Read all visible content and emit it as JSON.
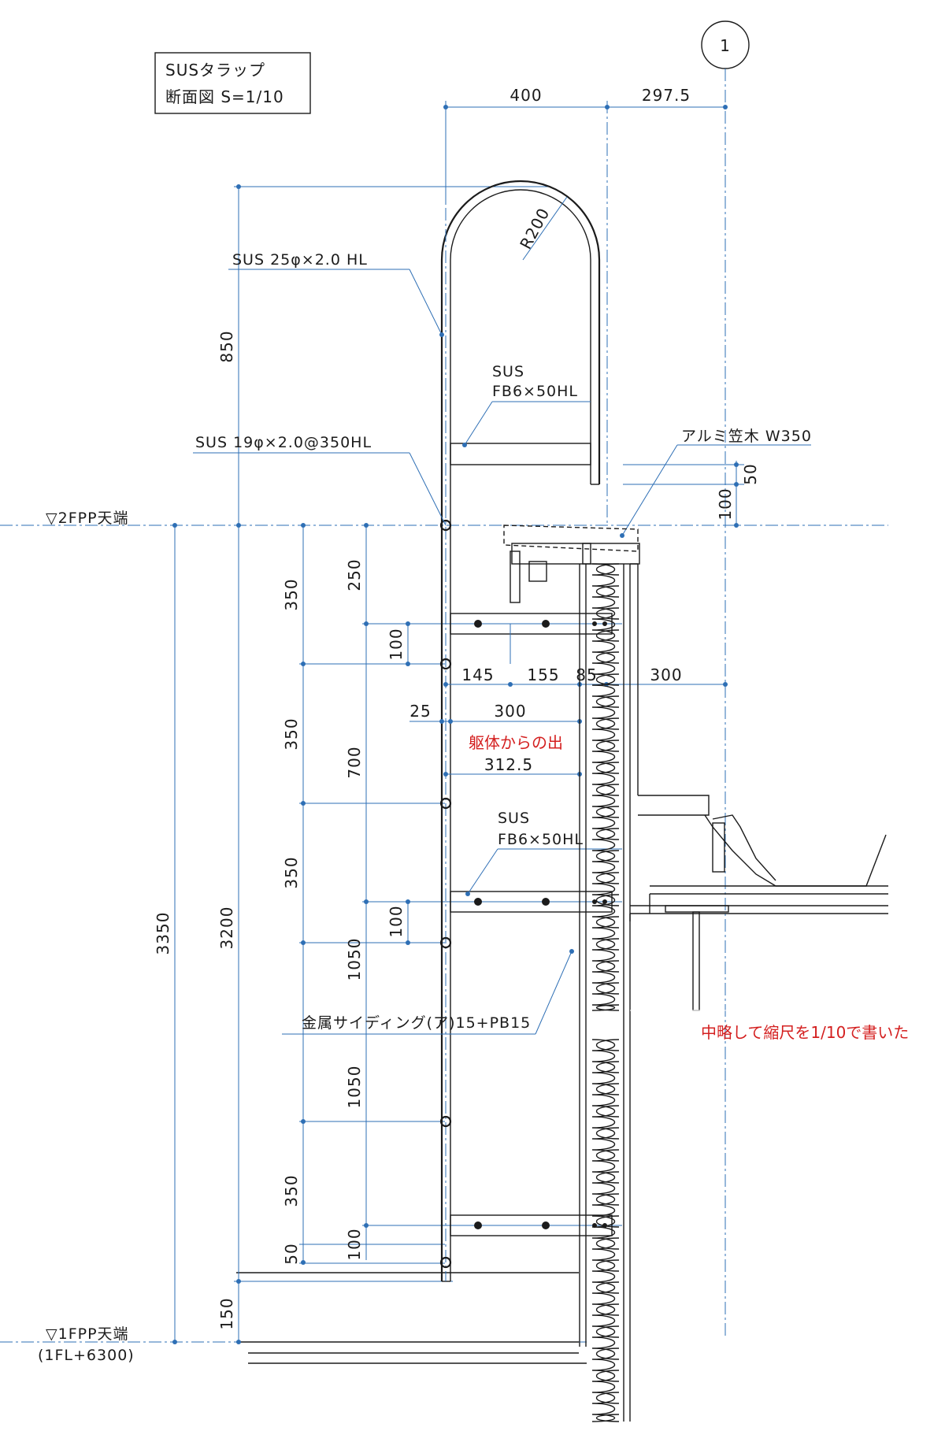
{
  "title": {
    "line1": "SUSタラップ",
    "line2": "断面図 S=1/10"
  },
  "grid_marker": "1",
  "levels": {
    "top": "▽2FPP天端",
    "bottom": "▽1FPP天端",
    "bottom_note": "(1FL+6300)"
  },
  "dims": {
    "top_400": "400",
    "top_297": "297.5",
    "radius": "R200",
    "h850": "850",
    "h3200": "3200",
    "h3350": "3350",
    "d250": "250",
    "d100a": "100",
    "d700": "700",
    "d100b": "100",
    "d1050a": "1050",
    "d1050b": "1050",
    "d100c": "100",
    "s350a": "350",
    "s350b": "350",
    "s350c": "350",
    "s350d": "350",
    "s50": "50",
    "s150": "150",
    "r50": "50",
    "r100": "100",
    "h145": "145",
    "h155": "155",
    "h85": "85",
    "h300a": "300",
    "h25": "25",
    "h300b": "300",
    "h312": "312.5"
  },
  "labels": {
    "pipe_rail": "SUS 25φ×2.0 HL",
    "fb_top_1": "SUS",
    "fb_top_2": "FB6×50HL",
    "rung": "SUS 19φ×2.0@350HL",
    "coping": "アルミ笠木 W350",
    "fb_mid_1": "SUS",
    "fb_mid_2": "FB6×50HL",
    "siding": "金属サイディング(ア)15+PB15"
  },
  "notes": {
    "projection": "躯体からの出",
    "omission": "中略して縮尺を1/10で書いた"
  },
  "colors": {
    "dimension_line": "#2e6fb5",
    "linework": "#1b1b1b",
    "note": "#d42020"
  }
}
